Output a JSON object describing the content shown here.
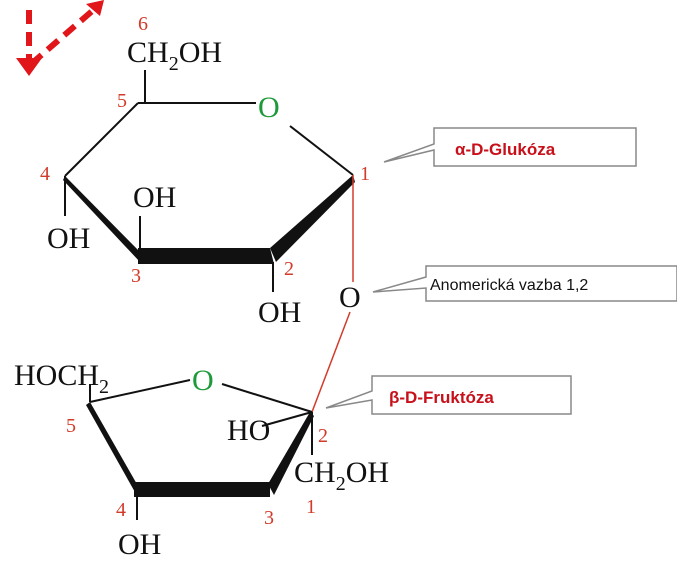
{
  "colors": {
    "bond": "#111111",
    "glycosidic_bond": "#d23b2a",
    "atom_numbers": "#d23b2a",
    "ring_oxygen": "#1f9a3a",
    "callout_title": "#c8101a",
    "arrow": "#e0161b"
  },
  "glucose": {
    "ch2oh": "CH",
    "ch2oh_sub": "2",
    "ch2oh_tail": "OH",
    "ring_o": "O",
    "oh_c3_top": "OH",
    "oh_c4": "OH",
    "oh_c2": "OH",
    "numbers": {
      "n6": "6",
      "n5": "5",
      "n4": "4",
      "n3": "3",
      "n2": "2",
      "n1": "1"
    }
  },
  "link": {
    "o": "O"
  },
  "fructose": {
    "hoch2": "HOCH",
    "hoch2_sub": "2",
    "ring_o": "O",
    "ho_c3": "HO",
    "ch2oh": "CH",
    "ch2oh_sub": "2",
    "ch2oh_tail": "OH",
    "oh_c4": "OH",
    "numbers": {
      "n5": "5",
      "n4": "4",
      "n3": "3",
      "n2": "2",
      "n1": "1"
    }
  },
  "callouts": {
    "glucose_label": "α-D-Glukóza",
    "bond_label": "Anomerická vazba 1,2",
    "fructose_label": "β-D-Fruktóza"
  },
  "icons": {
    "corner_arrow": "dashed-arrow-icon"
  }
}
